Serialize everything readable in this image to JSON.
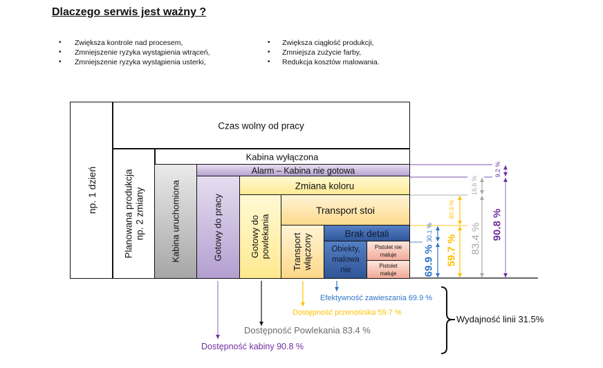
{
  "header": {
    "title": "Dlaczego serwis jest ważny ?"
  },
  "benefits": {
    "bullet": "•",
    "left": [
      "Zwiększa kontrole nad procesem,",
      "Zmniejszenie ryzyka wystąpienia wtrąceń,",
      "Zmniejszenie ryzyka wystąpienia usterki,"
    ],
    "right": [
      "Zwiększa ciągłość produkcji,",
      "Zmniejsza zużycie farby,",
      "Redukcja kosztów malowania."
    ]
  },
  "diagram": {
    "day": "np. 1 dzień",
    "free_time": "Czas wolny od pracy",
    "planned_production": {
      "line1": "Planowana produkcja",
      "line2": "np. 2 zmiany"
    },
    "cabin_off": "Kabina wyłączona",
    "cabin_running": "Kabina uruchomiona",
    "alarm": "Alarm – Kabina nie gotowa",
    "ready_to_work": "Gotowy do pracy",
    "color_change": "Zmiana koloru",
    "ready_to_coat": {
      "line1": "Gotowy do",
      "line2": "powlekania"
    },
    "transport_stopped": "Transport stoi",
    "transport_on": {
      "line1": "Transport",
      "line2": "włączony"
    },
    "no_parts": "Brak detali",
    "objects_painted": {
      "line1": "Obiekty,",
      "line2": "malowa",
      "line3": "nie"
    },
    "gun_not_painting": {
      "line1": "Pistolet nie",
      "line2": "maluje"
    },
    "gun_painting": {
      "line1": "Pistolet",
      "line2": "maluje"
    }
  },
  "metrics": {
    "hanging": {
      "loss": "30.1 %",
      "value": "69.9 %"
    },
    "conveyor": {
      "loss": "40.3 %",
      "value": "59.7 %"
    },
    "coating": {
      "loss": "16.6 %",
      "value": "83.4 %"
    },
    "cabin": {
      "loss": "9.2 %",
      "value": "90.8 %"
    }
  },
  "labels": {
    "hanging": "Efektywność zawieszania 69.9 %",
    "conveyor": "Dostępność przenośnika 59.7 %",
    "coating": "Dostępność Powlekania 83.4 %",
    "cabin": "Dostępność kabiny 90.8 %",
    "line_efficiency": "Wydajność linii 31.5%"
  },
  "colors": {
    "blue": "#2e75c6",
    "yellow": "#ffc000",
    "gray": "#a6a6a6",
    "gray-text": "#6b6b6b",
    "purple": "#7030a0",
    "purple-light": "#a58bcc",
    "black": "#111111"
  }
}
